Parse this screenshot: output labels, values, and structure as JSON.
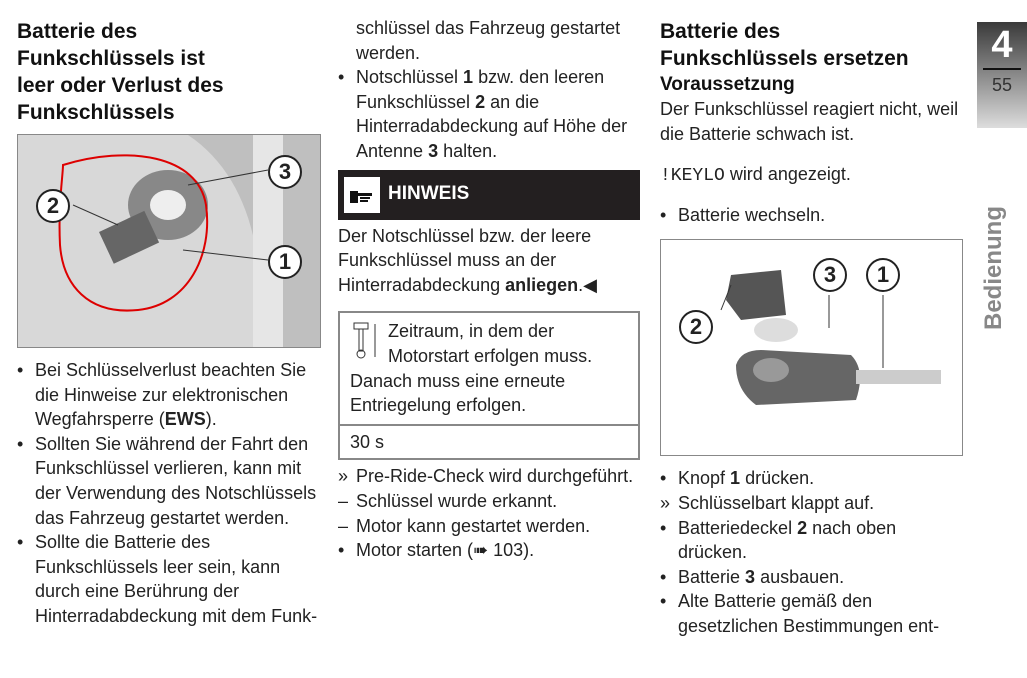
{
  "col1": {
    "heading": [
      "Batterie des",
      "Funkschlüssels ist",
      "leer oder Verlust des",
      "Funkschlüssels"
    ],
    "figure_callouts": [
      "2",
      "3",
      "1"
    ],
    "bullets": [
      {
        "pre": "Bei Schlüsselverlust beachten Sie die Hinweise zur elektronischen Wegfahrsperre (",
        "bold": "EWS",
        "post": ")."
      },
      {
        "pre": "Sollten Sie während der Fahrt den Funkschlüssel verlieren, kann mit der Verwendung des Notschlüssels das Fahrzeug gestartet werden."
      },
      {
        "pre": "Sollte die Batterie des Funkschlüssels leer sein, kann durch eine Berührung der Hinterradabdeckung mit dem Funk-"
      }
    ]
  },
  "col2": {
    "cont": "schlüssel das Fahrzeug gestartet werden.",
    "bullet": {
      "a": "Notschlüssel ",
      "b1": "1",
      "c": " bzw. den leeren Funkschlüssel ",
      "b2": "2",
      "d": " an die Hinterradabdeckung auf Höhe der Antenne ",
      "b3": "3",
      "e": " halten."
    },
    "hinweis_title": "HINWEIS",
    "hinweis_text": "Der Notschlüssel bzw. der leere Funkschlüssel muss an der Hinterradabdeckung ",
    "hinweis_bold": "anliegen",
    "hinweis_end": ".◀",
    "box_text": "Zeitraum, in dem der Motorstart erfolgen muss. Danach muss eine erneute Entriegelung erfolgen.",
    "box_value": "30 s",
    "steps": [
      {
        "m": "»",
        "t": "Pre-Ride-Check wird durchgeführt."
      },
      {
        "m": "–",
        "t": "Schlüssel wurde erkannt."
      },
      {
        "m": "–",
        "t": "Motor kann gestartet werden."
      },
      {
        "m": "•",
        "t": "Motor starten (➠ 103)."
      }
    ]
  },
  "col3": {
    "heading": [
      "Batterie des",
      "Funkschlüssels ersetzen"
    ],
    "subheading": "Voraussetzung",
    "cond": "Der Funkschlüssel reagiert nicht, weil die Batterie schwach ist.",
    "display_code": "!KEYLO",
    "display_text": " wird angezeigt.",
    "bullet1": "Batterie wechseln.",
    "figure_callouts": [
      "3",
      "1",
      "2"
    ],
    "steps": [
      {
        "m": "•",
        "a": "Knopf ",
        "b": "1",
        "c": " drücken."
      },
      {
        "m": "»",
        "a": "Schlüsselbart klappt auf.",
        "b": "",
        "c": ""
      },
      {
        "m": "•",
        "a": "Batteriedeckel ",
        "b": "2",
        "c": " nach oben drücken."
      },
      {
        "m": "•",
        "a": "Batterie ",
        "b": "3",
        "c": " ausbauen."
      },
      {
        "m": "•",
        "a": "Alte Batterie gemäß den gesetzlichen Bestimmungen ent-",
        "b": "",
        "c": ""
      }
    ]
  },
  "tab": {
    "chapter": "4",
    "page": "55",
    "section": "Bedienung"
  }
}
